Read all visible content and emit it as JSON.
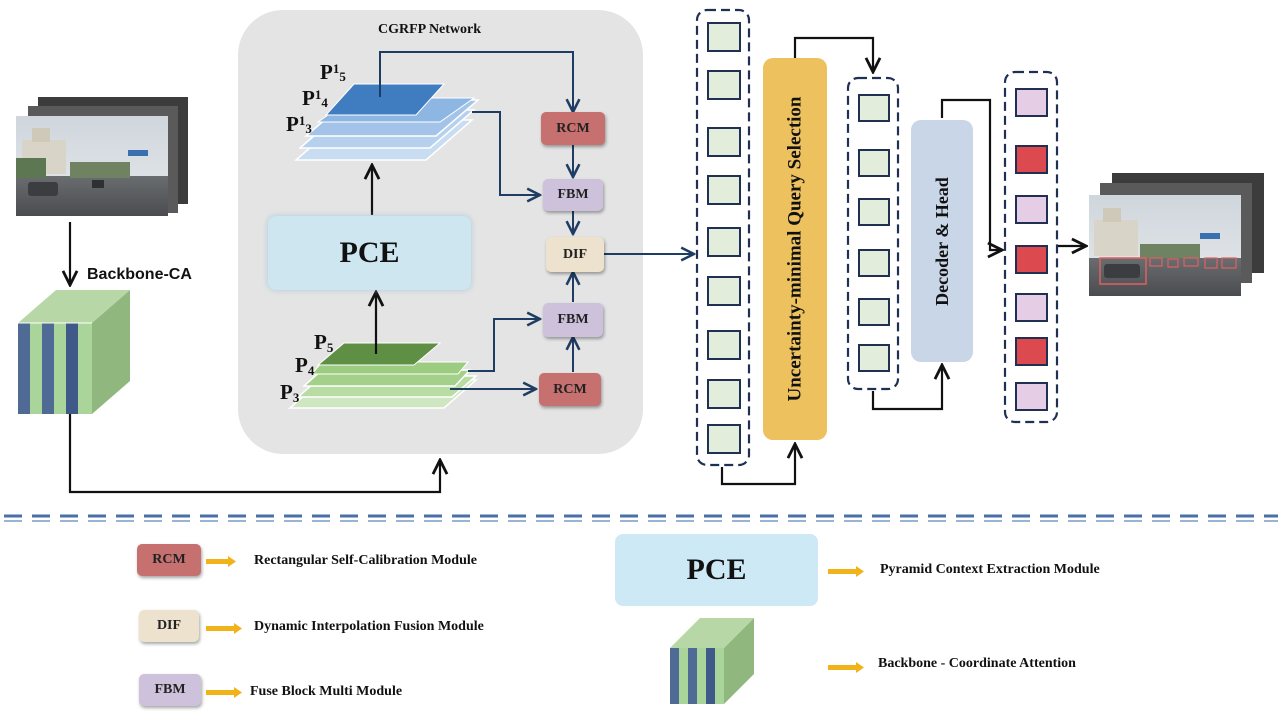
{
  "network": {
    "title": "CGRFP Network",
    "backbone_label": "Backbone-CA",
    "pce_label": "PCE",
    "upper_levels": [
      {
        "base": "P",
        "sup": "1",
        "sub": "5"
      },
      {
        "base": "P",
        "sup": "1",
        "sub": "4"
      },
      {
        "base": "P",
        "sup": "1",
        "sub": "3"
      }
    ],
    "lower_levels": [
      {
        "base": "P",
        "sub": "5"
      },
      {
        "base": "P",
        "sub": "4"
      },
      {
        "base": "P",
        "sub": "3"
      }
    ],
    "modules": {
      "rcm": "RCM",
      "fbm": "FBM",
      "dif": "DIF"
    },
    "query_selection_label": "Uncertainty-minimal Query Selection",
    "decoder_label": "Decoder & Head"
  },
  "legend": {
    "rcm": {
      "abbr": "RCM",
      "text": "Rectangular Self-Calibration Module"
    },
    "dif": {
      "abbr": "DIF",
      "text": "Dynamic Interpolation Fusion Module"
    },
    "fbm": {
      "abbr": "FBM",
      "text": "Fuse Block Multi Module"
    },
    "pce": {
      "abbr": "PCE",
      "text": "Pyramid Context Extraction Module"
    },
    "backbone": {
      "text": "Backbone - Coordinate Attention"
    }
  },
  "colors": {
    "rcm": "#c6706f",
    "fbm": "#cdc1dc",
    "dif": "#ece2cd",
    "pce": "#cde6f0",
    "query_selection": "#edc15e",
    "decoder": "#c9d6e8",
    "token": "#e2eedb",
    "detection_token_pink": "#e6cde6",
    "detection_token_red": "#dc4a50",
    "arrow": "#1f3d63"
  }
}
